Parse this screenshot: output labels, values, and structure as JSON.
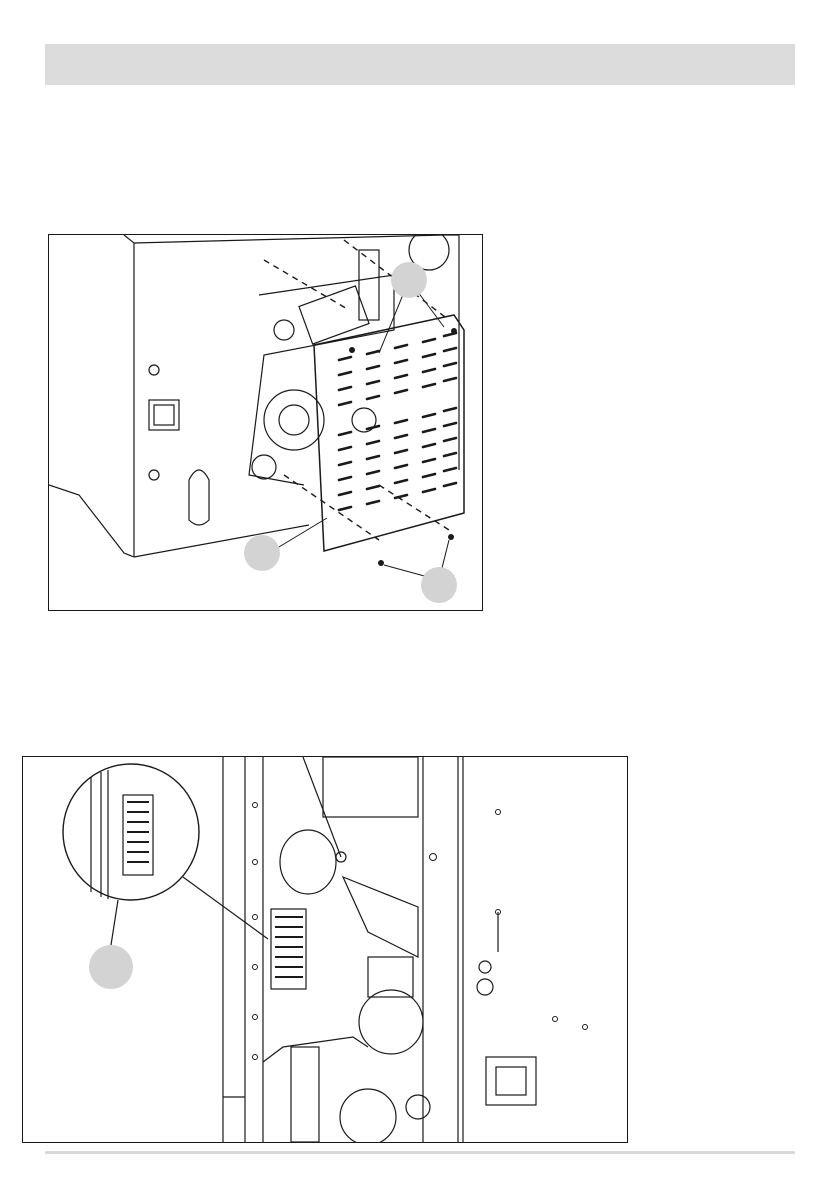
{
  "page": {
    "header_band_color": "#dcdcdc",
    "callout_fill_color": "#d3d3d3",
    "line_color": "#1a1a1a"
  },
  "figures": [
    {
      "id": "figure-1",
      "subject": "boiler-side-panel-with-perforated-cover",
      "callouts": 3,
      "icons": [
        "screw-icon",
        "perforated-cover-icon",
        "leader-line-icon"
      ]
    },
    {
      "id": "figure-2",
      "subject": "terminal-block-with-detail-magnifier",
      "callouts": 1,
      "icons": [
        "terminal-block-icon",
        "magnifier-detail-icon",
        "pump-icon",
        "switch-icon"
      ]
    }
  ]
}
